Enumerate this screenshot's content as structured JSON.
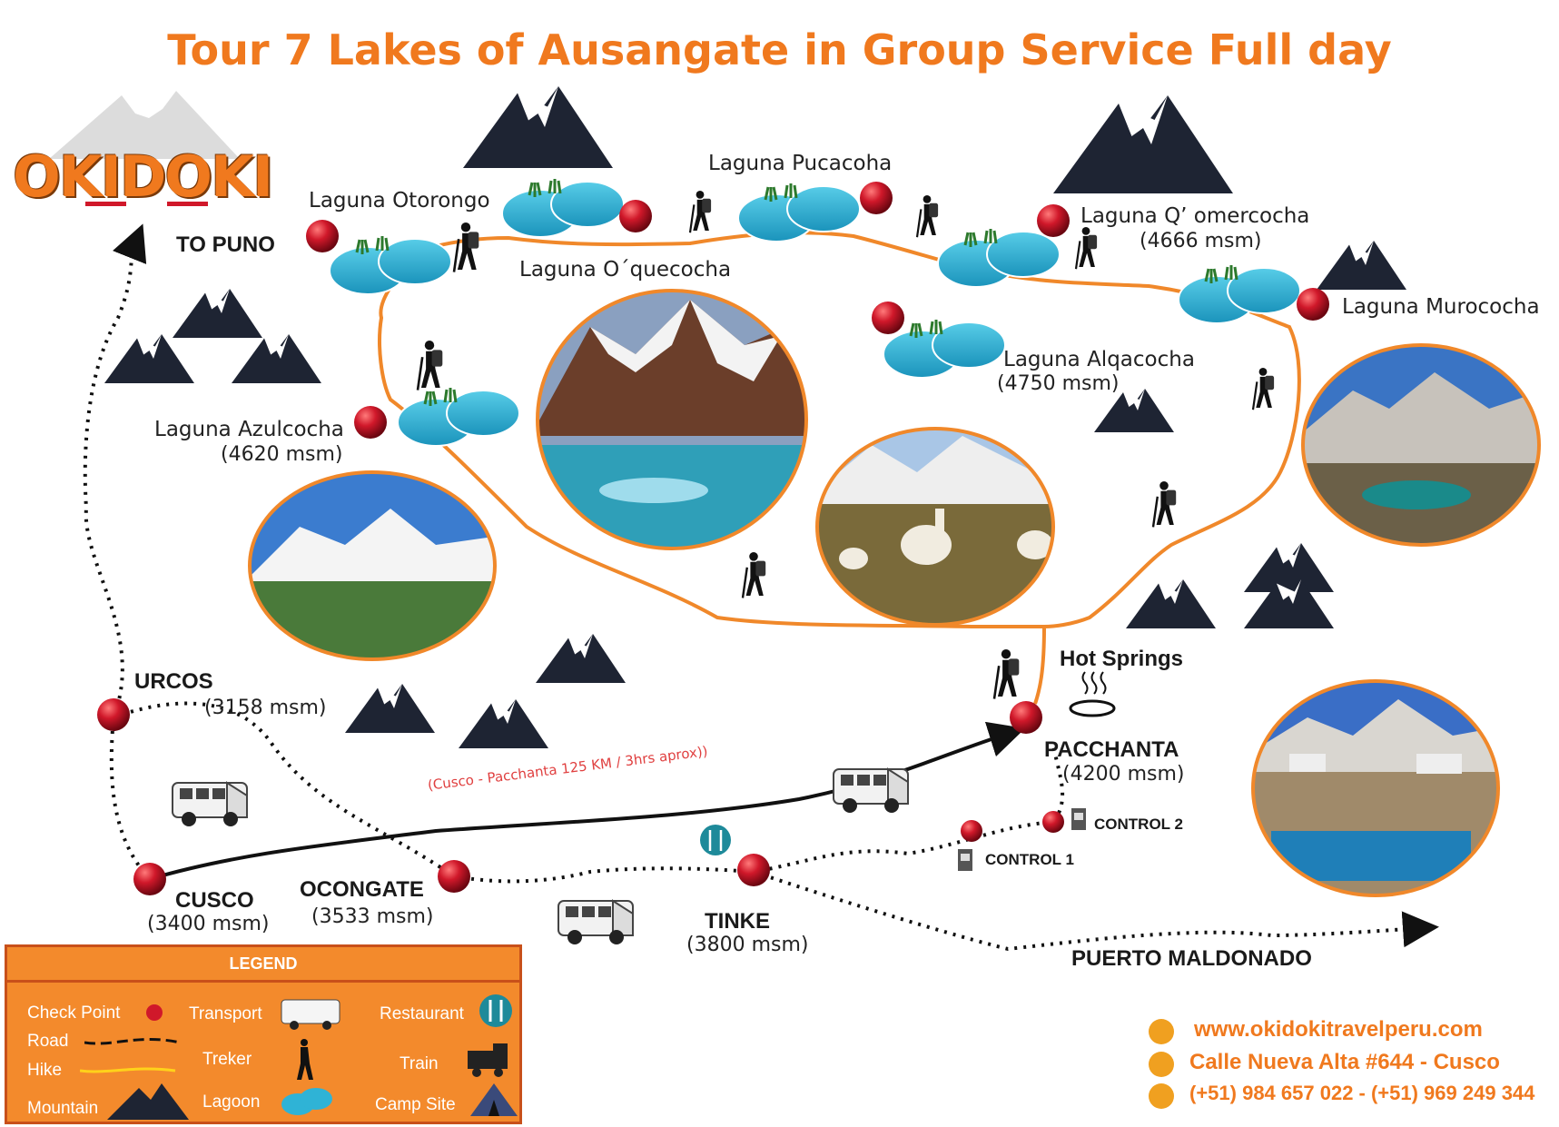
{
  "title": "Tour 7 Lakes of Ausangate in Group Service Full day",
  "logo": {
    "text": "OKIDOKI"
  },
  "colors": {
    "accent": "#f0791e",
    "route": "#f0882a",
    "marker": "#d0182a",
    "lagoon": "#2fb3d6",
    "mountain": "#1e2433",
    "legend_bg": "#f38a2c"
  },
  "lakes": [
    {
      "name": "Laguna Otorongo",
      "altitude": ""
    },
    {
      "name": "Laguna Pucacoha",
      "altitude": ""
    },
    {
      "name": "Laguna O´quecocha",
      "altitude": ""
    },
    {
      "name": "Laguna Q’ omercocha",
      "altitude": "(4666 msm)"
    },
    {
      "name": "Laguna Murococha",
      "altitude": ""
    },
    {
      "name": "Laguna Alqacocha",
      "altitude": "(4750 msm)"
    },
    {
      "name": "Laguna Azulcocha",
      "altitude": "(4620 msm)"
    }
  ],
  "places": {
    "to_puno": "TO PUNO",
    "urcos": {
      "name": "URCOS",
      "altitude": "(3158 msm)"
    },
    "cusco": {
      "name": "CUSCO",
      "altitude": "(3400 msm)"
    },
    "ocongate": {
      "name": "OCONGATE",
      "altitude": "(3533 msm)"
    },
    "tinke": {
      "name": "TINKE",
      "altitude": "(3800 msm)"
    },
    "pacchanta": {
      "name": "PACCHANTA",
      "altitude": "(4200 msm)"
    },
    "hot_springs": "Hot Springs",
    "control1": "CONTROL 1",
    "control2": "CONTROL 2",
    "puerto_maldonado": "PUERTO MALDONADO"
  },
  "route_note": "(Cusco - Pacchanta 125 KM / 3hrs aprox))",
  "legend": {
    "heading": "LEGEND",
    "items": [
      "Check Point",
      "Road",
      "Hike",
      "Mountain",
      "Transport",
      "Treker",
      "Lagoon",
      "Restaurant",
      "Train",
      "Camp Site"
    ]
  },
  "contact": {
    "website": "www.okidokitravelperu.com",
    "address": "Calle Nueva Alta #644 - Cusco",
    "phones": "(+51) 984 657 022 - (+51) 969 249 344"
  }
}
